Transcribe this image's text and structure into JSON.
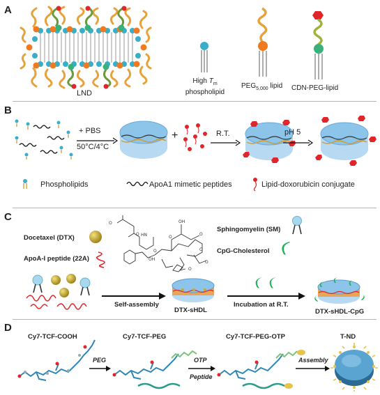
{
  "panels": {
    "a": {
      "letter": "A",
      "lnd_label": "LND",
      "high_tm_label_1": "High",
      "high_tm_label_italic": "T",
      "high_tm_label_sub": "m",
      "high_tm_label_2": "phospholipid",
      "peg_label": "PEG",
      "peg_sub": "5,000",
      "peg_label_tail": " lipid",
      "cdn_label": "CDN-PEG-lipid"
    },
    "b": {
      "letter": "B",
      "step1_top": "+ PBS",
      "step1_bottom": "50°C/4°C",
      "step2": "R.T.",
      "step3": "pH 5",
      "plus": "+",
      "legend": {
        "phospholipids": "Phospholipids",
        "apoa1": "ApoA1 mimetic peptides",
        "conjugate": "Lipid-doxorubicin conjugate"
      }
    },
    "c": {
      "letter": "C",
      "dtx": "Docetaxel (DTX)",
      "apoa": "ApoA-I peptide (22A)",
      "sm": "Sphingomyelin (SM)",
      "cpg": "CpG-Cholesterol",
      "self_assembly": "Self-assembly",
      "incubation": "Incubation at R.T.",
      "dtx_shdl": "DTX-sHDL",
      "dtx_shdl_cpg": "DTX-sHDL-CpG"
    },
    "d": {
      "letter": "D",
      "cy7_tcf_cooh": "Cy7-TCF-COOH",
      "cy7_tcf_peg": "Cy7-TCF-PEG",
      "cy7_tcf_peg_otp": "Cy7-TCF-PEG-OTP",
      "tnd": "T-ND",
      "arrow1": "PEG",
      "arrow2_top": "OTP",
      "arrow2_bottom": "Peptide",
      "arrow3": "Assembly"
    }
  },
  "colors": {
    "lipid_head": "#3aaec9",
    "peg_chain": "#e6a23c",
    "orange_head": "#f07a20",
    "green_head": "#3bb07a",
    "red": "#e0252b",
    "disc_blue": "#8cc4ea",
    "gold": "#c9a82a",
    "cpg_green": "#21b15a",
    "dye_blue": "#2f86b6",
    "peptide_teal": "#2a9a8f"
  }
}
